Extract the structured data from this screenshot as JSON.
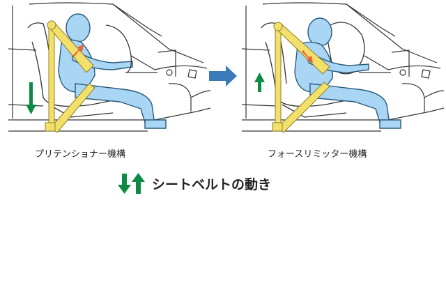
{
  "diagram": {
    "left_panel": {
      "caption": "プリテンショナー機構",
      "belt_motion": "down"
    },
    "right_panel": {
      "caption": "フォースリミッター機構",
      "belt_motion": "up"
    },
    "legend": {
      "label": "シートベルトの動き",
      "icon": "down-up-arrows-icon"
    },
    "transition_icon": "right-arrow-icon",
    "colors": {
      "belt": "#f3e06a",
      "belt_outline": "#8f7f2a",
      "occupant": "#a9d6f5",
      "occupant_outline": "#2a5a7a",
      "belt_arrow": "#0f8a45",
      "force_arrow": "#e8643a",
      "transition_arrow": "#3b7ab8",
      "car_line": "#333333"
    }
  }
}
